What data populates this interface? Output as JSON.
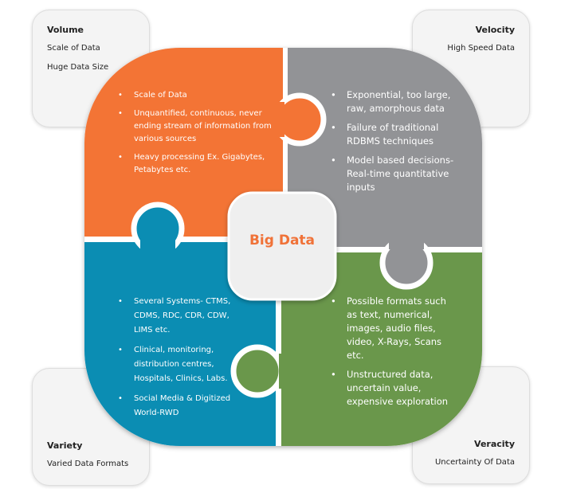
{
  "colors": {
    "orange": "#f37435",
    "gray": "#929396",
    "blue": "#0b8db3",
    "green": "#6a974b",
    "title": "#f07238"
  },
  "corners": {
    "volume": {
      "title": "Volume",
      "lines": [
        "Scale of Data",
        "Huge Data Size"
      ]
    },
    "velocity": {
      "title": "Velocity",
      "lines": [
        "High Speed Data"
      ]
    },
    "variety": {
      "title": "Variety",
      "lines": [
        "Varied Data Formats"
      ]
    },
    "veracity": {
      "title": "Veracity",
      "lines": [
        "Uncertainty Of Data"
      ]
    }
  },
  "center": {
    "title": "Big Data"
  },
  "quadrants": {
    "volume": [
      "Scale of Data",
      "Unquantified, continuous, never ending stream of information from various sources",
      "Heavy processing Ex. Gigabytes, Petabytes etc."
    ],
    "velocity": [
      "Exponential, too large, raw, amorphous data",
      "Failure of traditional RDBMS techniques",
      "Model based decisions- Real-time quantitative inputs"
    ],
    "variety": [
      "Several Systems- CTMS, CDMS, RDC, CDR, CDW, LIMS etc.",
      "Clinical, monitoring, distribution centres, Hospitals, Clinics, Labs.",
      "Social Media & Digitized World-RWD"
    ],
    "veracity": [
      "Possible formats such as text, numerical, images, audio files, video, X-Rays, Scans etc.",
      "Unstructured data, uncertain value, expensive exploration"
    ]
  }
}
